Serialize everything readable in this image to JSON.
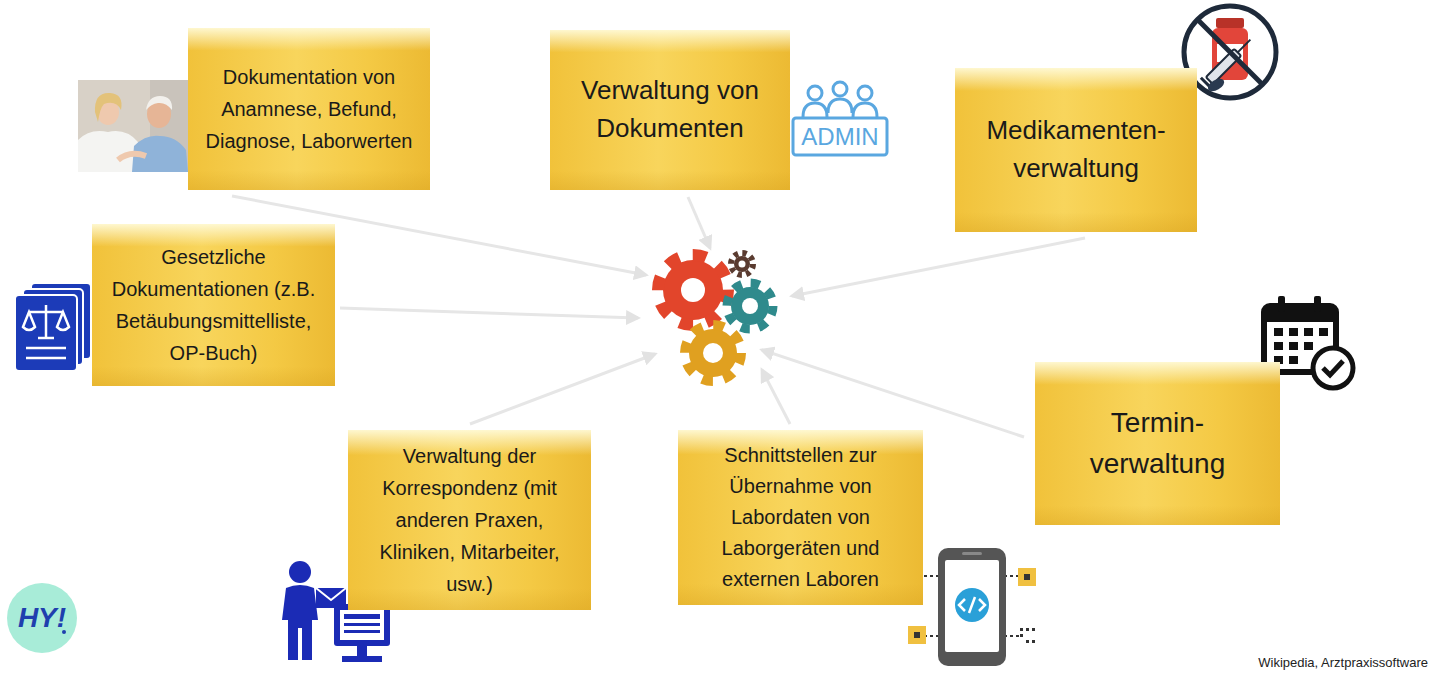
{
  "diagram": {
    "nodes": [
      {
        "text": [
          "Dokumentation von Anamnese, Befund, Diagnose, Laborwerten"
        ]
      },
      {
        "text": [
          "Verwaltung von Dokumenten"
        ]
      },
      {
        "text": [
          "Medikamenten- verwaltung"
        ]
      },
      {
        "text": [
          "Gesetzliche Dokumentationen (z.B. Betäubungsmittelliste, OP-Buch)"
        ]
      },
      {
        "text": [
          "Termin- verwaltung"
        ]
      },
      {
        "text": [
          "Verwaltung der Korrespondenz (mit anderen Praxen, Kliniken, Mitarbeiter, usw.)"
        ]
      },
      {
        "text": [
          "Schnittstellen zur Übernahme von Labordaten von Laborgeräten und externen Laboren"
        ]
      }
    ],
    "labels": [
      "ADMIN",
      "HY!",
      "Wikipedia, Arztpraxissoftware"
    ]
  }
}
